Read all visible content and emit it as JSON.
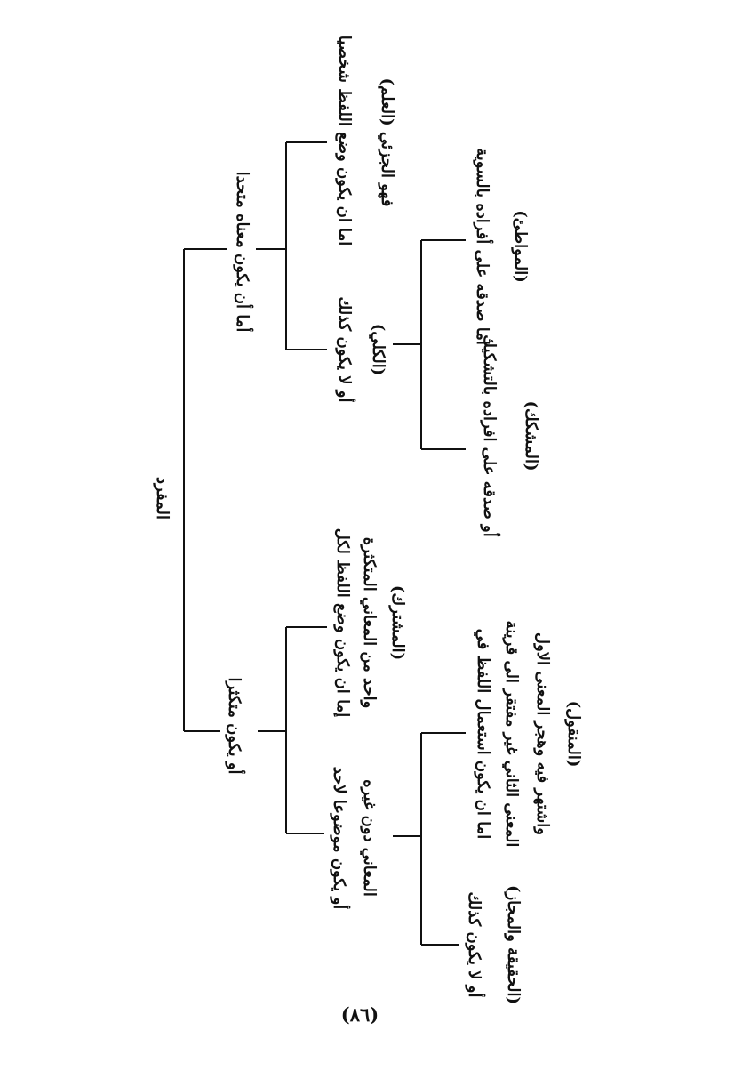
{
  "diagram": {
    "root": "المفرد",
    "single_meaning": {
      "label": "أما أن يكون معناه متحدا",
      "particular": {
        "line1": "اما ان يكون وضع اللفظ شخصيا",
        "line2": "فهو الجزئي (العلم)"
      },
      "universal": {
        "line1": "أو لا يكون كذلك",
        "line2": "(الكلي)",
        "equal": {
          "line1": "اما صدقه على أفراده بالسوية",
          "line2": "(المواطئ)"
        },
        "ambiguous": {
          "line1": "أو صدقه على افراده بالتشكيك",
          "line2": "(المشكك)"
        }
      }
    },
    "multiple_meanings": {
      "label": "أو يكون متكثرا",
      "homonym": {
        "line1": "إما ان يكون وضع اللفظ لكل",
        "line2": "واحد من المعاني المتكثرة",
        "line3": "(المشترك)"
      },
      "one_meaning": {
        "line1": "أو يكون موضوعا لاحد",
        "line2": "المعاني دون غيره",
        "transferred": {
          "line1": "اما ان يكون استعمال اللفظ في",
          "line2": "المعنى الثاني غير مفتقر الى قرينة",
          "line3": "واشتهر فيه وهجر المعنى الاول",
          "line4": "(المنقول)"
        },
        "literal_figurative": {
          "line1": "أو لا يكون كذلك",
          "line2": "(الحقيقة والمجاز)"
        }
      }
    }
  },
  "page_number": "(٨٦)"
}
